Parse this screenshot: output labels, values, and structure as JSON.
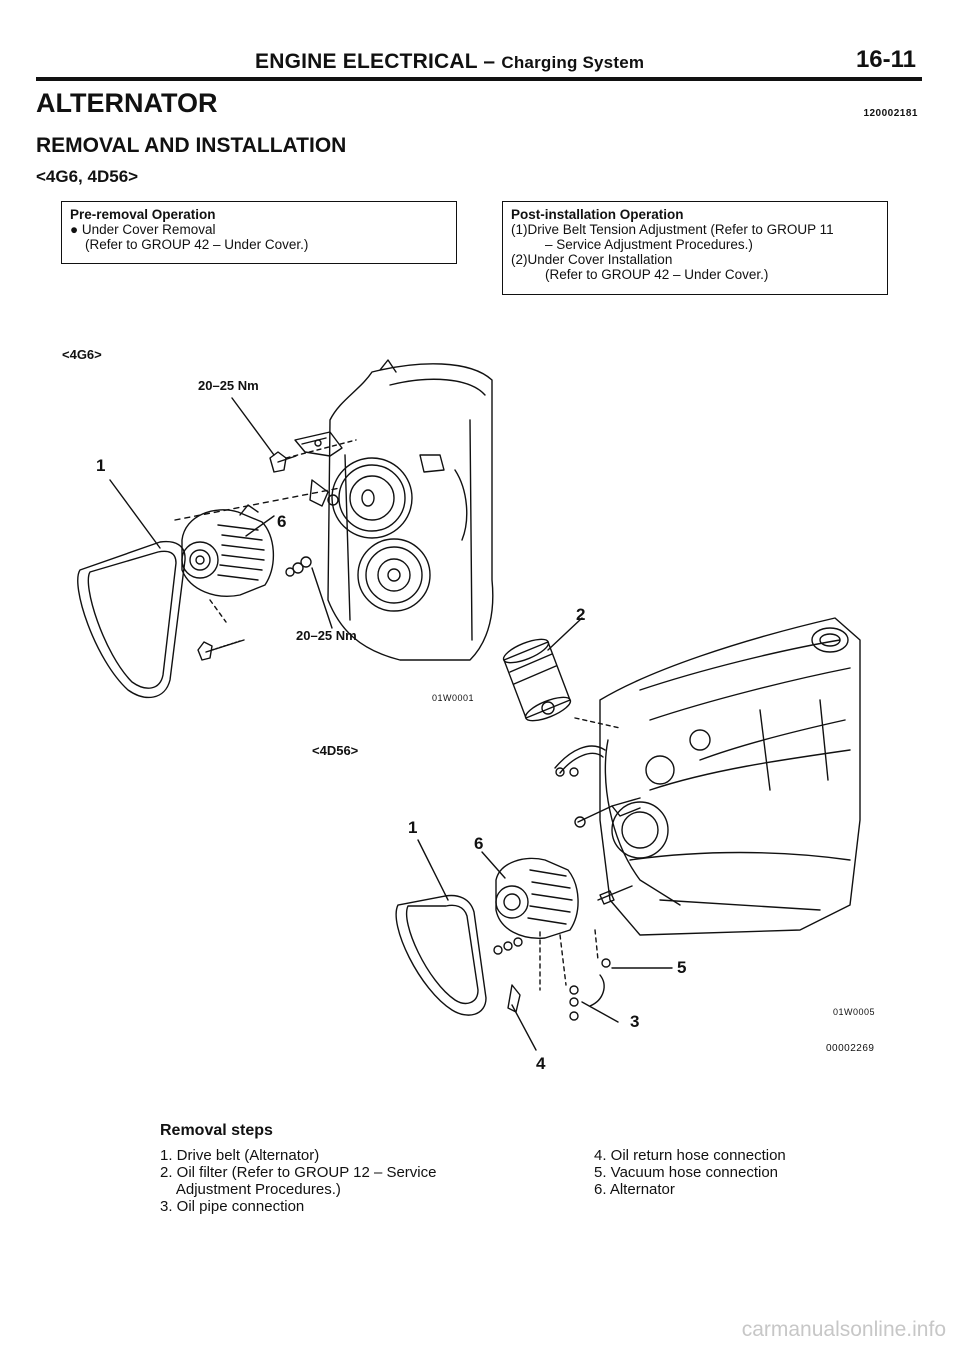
{
  "header": {
    "section_main": "ENGINE ELECTRICAL",
    "section_dash": "–",
    "section_sub": "Charging System",
    "page_number": "16-11"
  },
  "title": "ALTERNATOR",
  "doc_id": "120002181",
  "subtitle": "REMOVAL AND INSTALLATION",
  "model_range": "<4G6, 4D56>",
  "pre_box": {
    "heading": "Pre-removal Operation",
    "lines": [
      "● Under Cover Removal",
      "(Refer to GROUP 42 – Under Cover.)"
    ]
  },
  "post_box": {
    "heading": "Post-installation Operation",
    "lines": [
      "(1)Drive Belt Tension Adjustment (Refer to GROUP 11",
      "– Service Adjustment Procedures.)",
      "(2)Under Cover Installation",
      "(Refer to GROUP 42 – Under Cover.)"
    ]
  },
  "diagram_4g6": {
    "label": "<4G6>",
    "torque_top": "20–25 Nm",
    "torque_bottom": "20–25 Nm",
    "callout_1": "1",
    "callout_6": "6",
    "code": "01W0001"
  },
  "diagram_4d56": {
    "label": "<4D56>",
    "callout_1": "1",
    "callout_2": "2",
    "callout_3": "3",
    "callout_4": "4",
    "callout_5": "5",
    "callout_6": "6",
    "code": "01W0005",
    "figure_id": "00002269"
  },
  "removal_steps": {
    "heading": "Removal steps",
    "left": [
      "1. Drive belt (Alternator)",
      "2. Oil filter (Refer to GROUP 12 – Service",
      "    Adjustment Procedures.)",
      "3. Oil pipe connection"
    ],
    "right": [
      "4. Oil return hose connection",
      "5. Vacuum hose connection",
      "6. Alternator"
    ]
  },
  "watermark": "carmanualsonline.info",
  "colors": {
    "ink": "#111111",
    "watermark": "#c7c7c7"
  }
}
